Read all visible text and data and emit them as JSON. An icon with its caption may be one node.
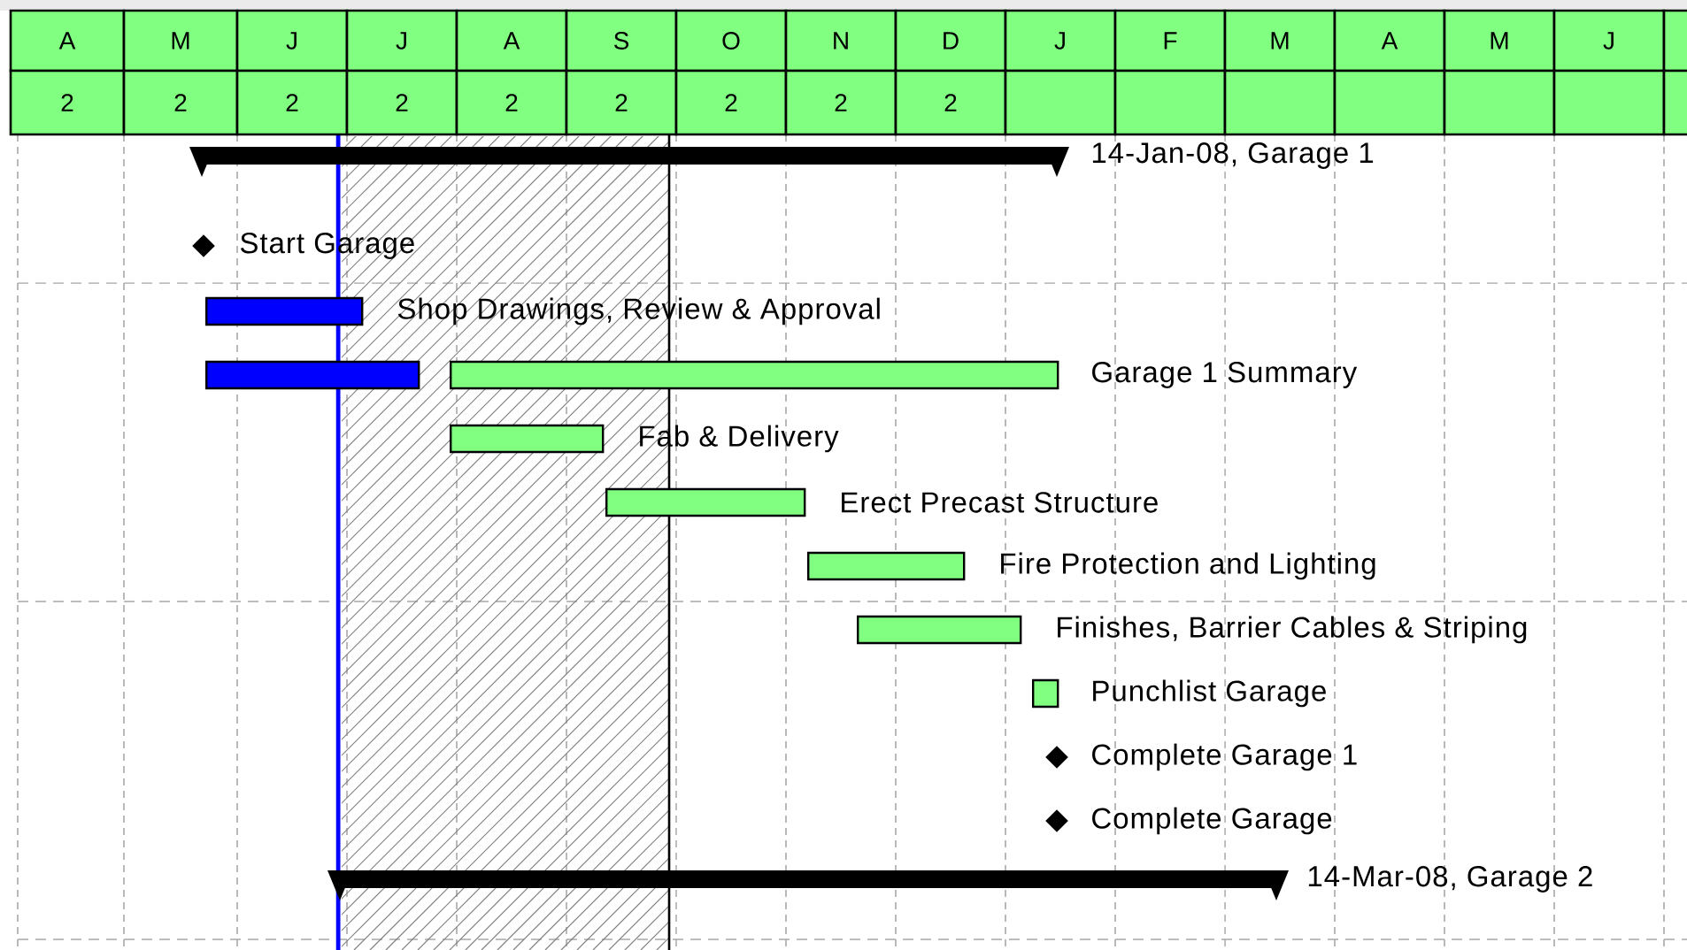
{
  "diagram": {
    "nodes": [
      {
        "text": [],
        "shape": "bar",
        "beside": [
          "14-Jan-08, Garage 1"
        ]
      },
      {
        "text": [],
        "shape": "diamond",
        "beside": [
          "Start Garage"
        ]
      },
      {
        "text": [],
        "shape": "bar",
        "beside": [
          "Shop Drawings, Review & Approval"
        ]
      },
      {
        "text": [],
        "shape": "bar"
      },
      {
        "text": [],
        "shape": "bar",
        "beside": [
          "Garage 1 Summary"
        ]
      },
      {
        "text": [],
        "shape": "bar",
        "beside": [
          "Fab & Delivery"
        ]
      },
      {
        "text": [],
        "shape": "bar",
        "beside": [
          "Erect Precast Structure"
        ]
      },
      {
        "text": [],
        "shape": "bar",
        "beside": [
          "Fire Protection and Lighting"
        ]
      },
      {
        "text": [],
        "shape": "bar",
        "beside": [
          "Finishes, Barrier Cables & Striping"
        ]
      },
      {
        "text": [],
        "shape": "bar",
        "beside": [
          "Punchlist Garage"
        ]
      },
      {
        "text": [],
        "shape": "diamond",
        "beside": [
          "Complete Garage 1"
        ]
      },
      {
        "text": [],
        "shape": "diamond",
        "beside": [
          "Complete Garage"
        ]
      },
      {
        "text": [],
        "shape": "bar",
        "beside": [
          "14-Mar-08, Garage 2"
        ]
      }
    ],
    "labels": [
      "A",
      "M",
      "J",
      "J",
      "A",
      "S",
      "O",
      "N",
      "D",
      "J",
      "F",
      "M",
      "A",
      "M",
      "J",
      "2",
      "2",
      "2",
      "2",
      "2",
      "2",
      "2",
      "2",
      "2"
    ]
  }
}
